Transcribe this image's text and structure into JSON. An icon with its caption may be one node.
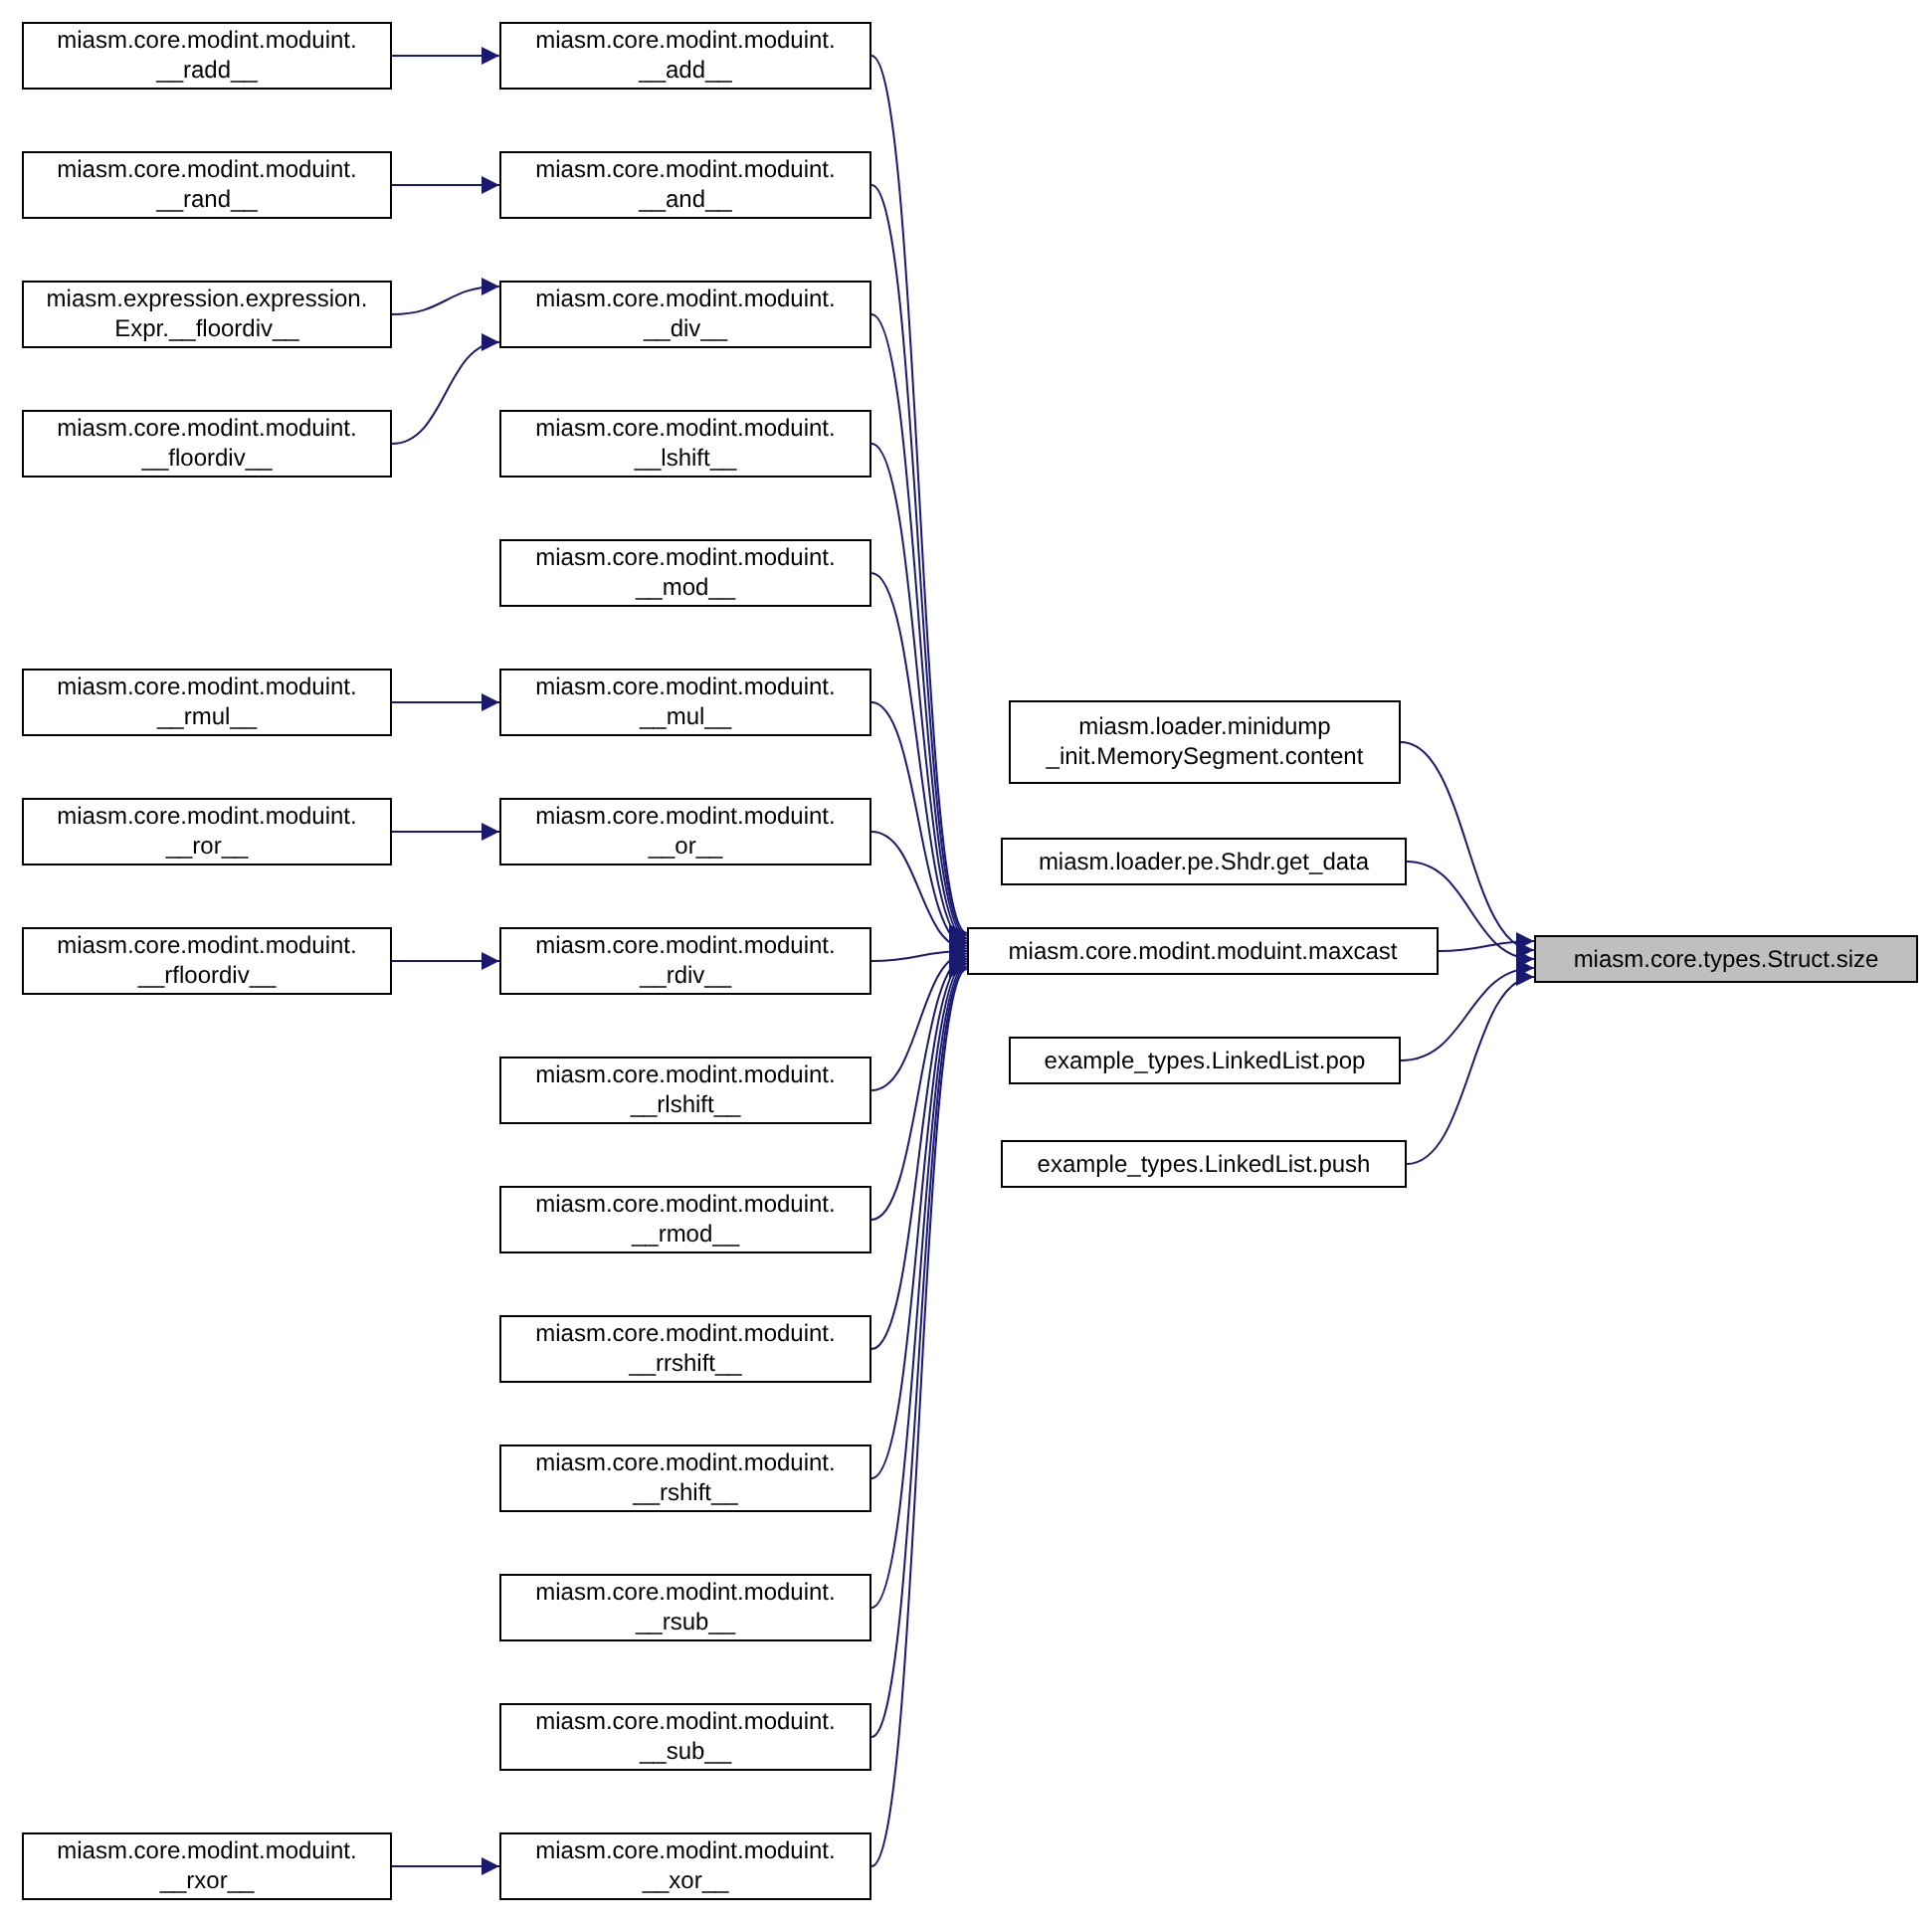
{
  "diagram": {
    "nodes": [
      {
        "text": [
          "miasm.core.modint.moduint. __radd__"
        ]
      },
      {
        "text": [
          "miasm.core.modint.moduint. __rand__"
        ]
      },
      {
        "text": [
          "miasm.expression.expression. Expr.__floordiv__"
        ]
      },
      {
        "text": [
          "miasm.core.modint.moduint. __floordiv__"
        ]
      },
      {
        "text": [
          "miasm.core.modint.moduint. __rmul__"
        ]
      },
      {
        "text": [
          "miasm.core.modint.moduint. __ror__"
        ]
      },
      {
        "text": [
          "miasm.core.modint.moduint. __rfloordiv__"
        ]
      },
      {
        "text": [
          "miasm.core.modint.moduint. __rxor__"
        ]
      },
      {
        "text": [
          "miasm.core.modint.moduint. __add__"
        ]
      },
      {
        "text": [
          "miasm.core.modint.moduint. __and__"
        ]
      },
      {
        "text": [
          "miasm.core.modint.moduint. __div__"
        ]
      },
      {
        "text": [
          "miasm.core.modint.moduint. __lshift__"
        ]
      },
      {
        "text": [
          "miasm.core.modint.moduint. __mod__"
        ]
      },
      {
        "text": [
          "miasm.core.modint.moduint. __mul__"
        ]
      },
      {
        "text": [
          "miasm.core.modint.moduint. __or__"
        ]
      },
      {
        "text": [
          "miasm.core.modint.moduint. __rdiv__"
        ]
      },
      {
        "text": [
          "miasm.core.modint.moduint. __rlshift__"
        ]
      },
      {
        "text": [
          "miasm.core.modint.moduint. __rmod__"
        ]
      },
      {
        "text": [
          "miasm.core.modint.moduint. __rrshift__"
        ]
      },
      {
        "text": [
          "miasm.core.modint.moduint. __rshift__"
        ]
      },
      {
        "text": [
          "miasm.core.modint.moduint. __rsub__"
        ]
      },
      {
        "text": [
          "miasm.core.modint.moduint. __sub__"
        ]
      },
      {
        "text": [
          "miasm.core.modint.moduint. __xor__"
        ]
      },
      {
        "text": [
          "miasm.core.modint.moduint.maxcast"
        ]
      },
      {
        "text": [
          "miasm.loader.minidump _init.MemorySegment.content"
        ]
      },
      {
        "text": [
          "miasm.loader.pe.Shdr.get_data"
        ]
      },
      {
        "text": [
          "example_types.LinkedList.pop"
        ]
      },
      {
        "text": [
          "example_types.LinkedList.push"
        ]
      },
      {
        "text": [
          "miasm.core.types.Struct.size"
        ]
      }
    ],
    "edges": [
      {
        "from": 0,
        "to": 8,
        "arrow": "to"
      },
      {
        "from": 1,
        "to": 9,
        "arrow": "to"
      },
      {
        "from": 2,
        "to": 10,
        "arrow": "to"
      },
      {
        "from": 3,
        "to": 10,
        "arrow": "to"
      },
      {
        "from": 4,
        "to": 13,
        "arrow": "to"
      },
      {
        "from": 5,
        "to": 14,
        "arrow": "to"
      },
      {
        "from": 6,
        "to": 15,
        "arrow": "to"
      },
      {
        "from": 7,
        "to": 22,
        "arrow": "to"
      },
      {
        "from": 8,
        "to": 23,
        "arrow": "to"
      },
      {
        "from": 9,
        "to": 23,
        "arrow": "to"
      },
      {
        "from": 10,
        "to": 23,
        "arrow": "to"
      },
      {
        "from": 11,
        "to": 23,
        "arrow": "to"
      },
      {
        "from": 12,
        "to": 23,
        "arrow": "to"
      },
      {
        "from": 13,
        "to": 23,
        "arrow": "to"
      },
      {
        "from": 14,
        "to": 23,
        "arrow": "to"
      },
      {
        "from": 15,
        "to": 23,
        "arrow": "to"
      },
      {
        "from": 16,
        "to": 23,
        "arrow": "to"
      },
      {
        "from": 17,
        "to": 23,
        "arrow": "to"
      },
      {
        "from": 18,
        "to": 23,
        "arrow": "to"
      },
      {
        "from": 19,
        "to": 23,
        "arrow": "to"
      },
      {
        "from": 20,
        "to": 23,
        "arrow": "to"
      },
      {
        "from": 21,
        "to": 23,
        "arrow": "to"
      },
      {
        "from": 22,
        "to": 23,
        "arrow": "to"
      },
      {
        "from": 23,
        "to": 28,
        "arrow": "to"
      },
      {
        "from": 24,
        "to": 28,
        "arrow": "to"
      },
      {
        "from": 25,
        "to": 28,
        "arrow": "to"
      },
      {
        "from": 26,
        "to": 28,
        "arrow": "to"
      },
      {
        "from": 27,
        "to": 28,
        "arrow": "to"
      }
    ]
  }
}
